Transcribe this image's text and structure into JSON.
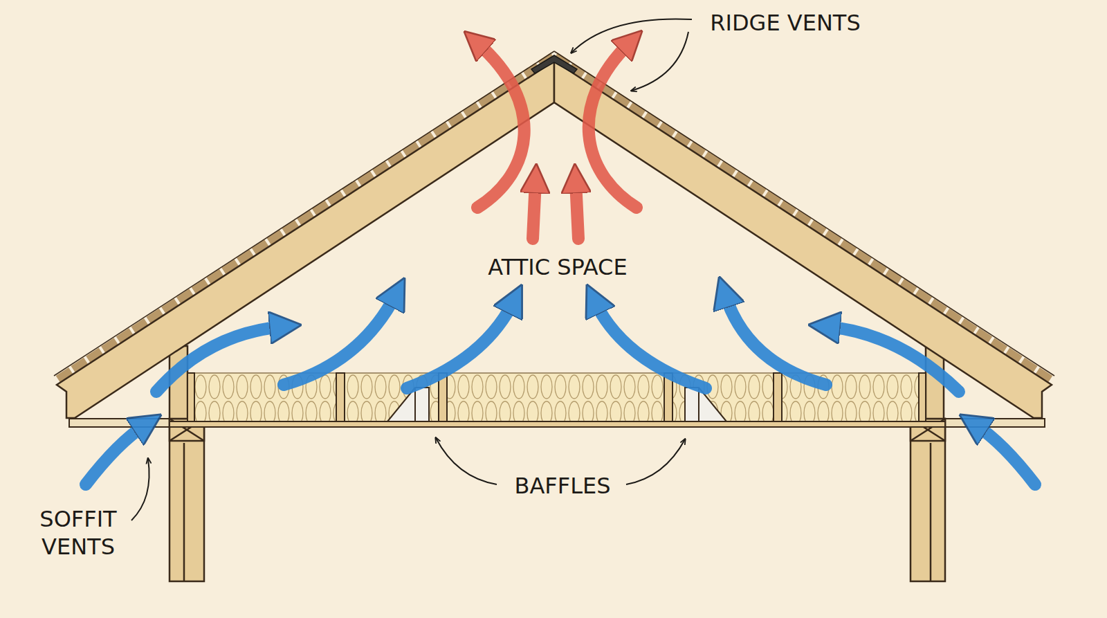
{
  "diagram": {
    "labels": [
      "RIDGE VENTS",
      "ATTIC SPACE",
      "BAFFLES",
      "SOFFIT VENTS"
    ]
  }
}
